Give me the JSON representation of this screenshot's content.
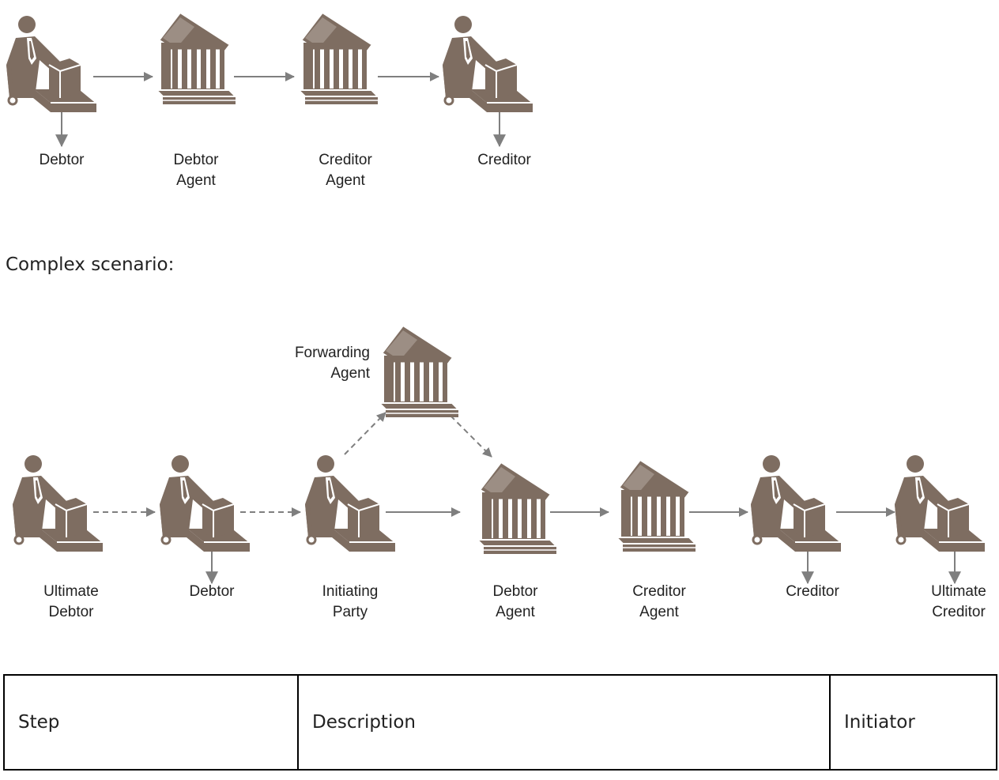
{
  "colors": {
    "icon_fill": "#7e6d61",
    "icon_light": "#ffffff",
    "arrow": "#7f7f7f",
    "text": "#222222",
    "border": "#000000"
  },
  "simple_scenario": {
    "nodes": [
      {
        "id": "debtor",
        "kind": "person-icon",
        "label": "Debtor"
      },
      {
        "id": "debtor-agent",
        "kind": "bank-icon",
        "label": "Debtor\nAgent"
      },
      {
        "id": "creditor-agent",
        "kind": "bank-icon",
        "label": "Creditor\nAgent"
      },
      {
        "id": "creditor",
        "kind": "person-icon",
        "label": "Creditor"
      }
    ],
    "edges": [
      {
        "from": "debtor",
        "to": "debtor-agent",
        "style": "solid"
      },
      {
        "from": "debtor-agent",
        "to": "creditor-agent",
        "style": "solid"
      },
      {
        "from": "creditor-agent",
        "to": "creditor",
        "style": "solid"
      }
    ]
  },
  "complex_heading": "Complex scenario:",
  "complex_scenario": {
    "nodes": [
      {
        "id": "ultimate-debtor",
        "kind": "person-icon",
        "label": "Ultimate\nDebtor"
      },
      {
        "id": "debtor",
        "kind": "person-icon",
        "label": "Debtor"
      },
      {
        "id": "initiating-party",
        "kind": "person-icon",
        "label": "Initiating\nParty"
      },
      {
        "id": "forwarding-agent",
        "kind": "bank-icon",
        "label": "Forwarding\nAgent"
      },
      {
        "id": "debtor-agent",
        "kind": "bank-icon",
        "label": "Debtor\nAgent"
      },
      {
        "id": "creditor-agent",
        "kind": "bank-icon",
        "label": "Creditor\nAgent"
      },
      {
        "id": "creditor",
        "kind": "person-icon",
        "label": "Creditor"
      },
      {
        "id": "ultimate-creditor",
        "kind": "person-icon",
        "label": "Ultimate\nCreditor"
      }
    ],
    "edges": [
      {
        "from": "ultimate-debtor",
        "to": "debtor",
        "style": "dashed"
      },
      {
        "from": "debtor",
        "to": "initiating-party",
        "style": "dashed"
      },
      {
        "from": "initiating-party",
        "to": "forwarding-agent",
        "style": "dashed"
      },
      {
        "from": "forwarding-agent",
        "to": "debtor-agent",
        "style": "dashed"
      },
      {
        "from": "initiating-party",
        "to": "debtor-agent",
        "style": "solid"
      },
      {
        "from": "debtor-agent",
        "to": "creditor-agent",
        "style": "solid"
      },
      {
        "from": "creditor-agent",
        "to": "creditor",
        "style": "solid"
      },
      {
        "from": "creditor",
        "to": "ultimate-creditor",
        "style": "solid"
      }
    ]
  },
  "table": {
    "headers": [
      "Step",
      "Description",
      "Initiator"
    ]
  }
}
